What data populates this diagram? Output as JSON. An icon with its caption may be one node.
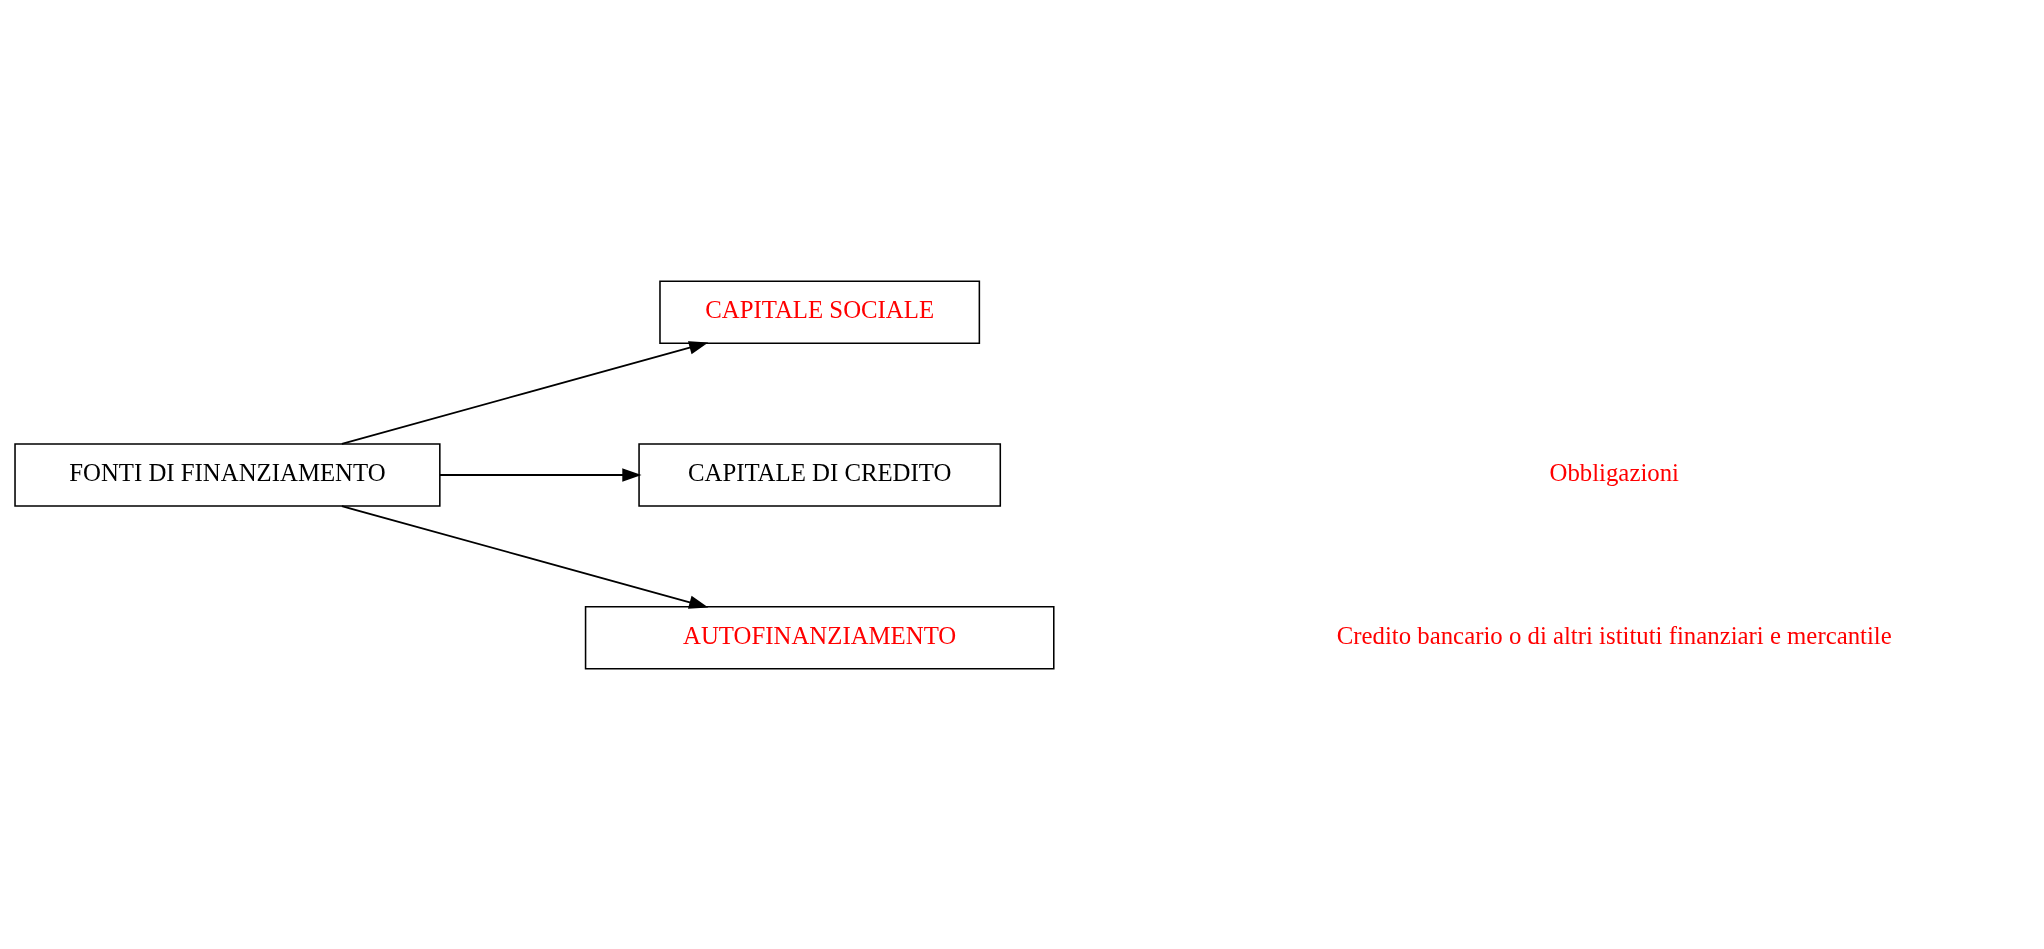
{
  "diagram": {
    "nodes": [
      {
        "text": [
          "FONTI DI FINANZIAMENTO"
        ]
      },
      {
        "text": [
          "CAPITALE SOCIALE"
        ]
      },
      {
        "text": [
          "CAPITALE DI CREDITO"
        ]
      },
      {
        "text": [
          "AUTOFINANZIAMENTO"
        ]
      }
    ],
    "edges": [
      {
        "from": 0,
        "to": 1,
        "arrow": "to"
      },
      {
        "from": 0,
        "to": 2,
        "arrow": "to"
      },
      {
        "from": 0,
        "to": 3,
        "arrow": "to"
      }
    ],
    "labels": [
      "Obbligazioni",
      "Credito bancario o di altri istituti finanziari e mercantile"
    ]
  }
}
